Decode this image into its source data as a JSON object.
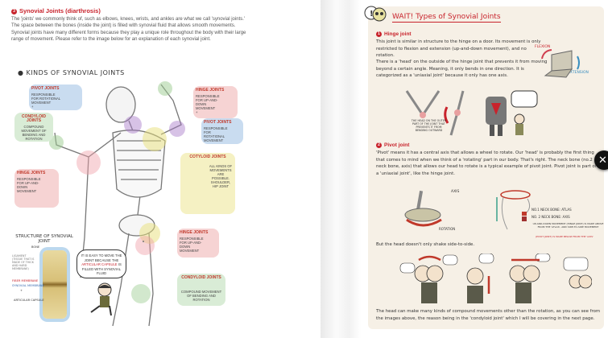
{
  "left_page": {
    "section_num": "3",
    "title": "Synovial Joints (diarthrosis)",
    "body": "The 'joints' we commonly think of, such as elbows, knees, wrists, and ankles are what we call 'synovial joints.' The space between the bones (inside the joint) is filled with synovial fluid that allows smooth movements. Synovial joints have many different forms because they play a unique role throughout the body with their large range of movement. Please refer to the image below for an explanation of each synovial joint.",
    "figure_title": "KINDS OF SYNOVIAL JOINTS",
    "labels": {
      "pivot_left": {
        "title": "PIVOT JOINTS",
        "text": "RESPONSIBLE FOR ROTATIONAL MOVEMENT",
        "plus": "+"
      },
      "condyloid_left": {
        "title": "CONDYLOID JOINTS",
        "text": "COMPOUND MOVEMENT OF BENDING AND ROTATION"
      },
      "hinge_right_top": {
        "title": "HINGE JOINTS",
        "text": "RESPONSIBLE FOR UP-AND-DOWN MOVEMENT",
        "plus": "+"
      },
      "pivot_right": {
        "title": "PIVOT JOINTS",
        "text": "RESPONSIBLE FOR ROTATIONAL MOVEMENT"
      },
      "cotyloid": {
        "title": "COTYLOID JOINTS",
        "text": "ALL KINDS OF MOVEMENTS ARE POSSIBLE. SHOULDER, HIP JOINT"
      },
      "hinge_left": {
        "title": "HINGE JOINTS",
        "text": "RESPONSIBLE FOR UP-AND-DOWN MOVEMENT"
      },
      "hinge_right_low": {
        "title": "HINGE JOINTS",
        "text": "RESPONSIBLE FOR UP-AND-DOWN MOVEMENT"
      },
      "condyloid_low": {
        "title": "CONDYLOID JOINTS",
        "text": "COMPOUND MOVEMENT OF BENDING AND ROTATION"
      }
    },
    "structure": {
      "title": "STRUCTURE OF SYNOVIAL JOINT",
      "bone": "BONE",
      "ligament": "LIGAMENT (TISSUE THAT IS MADE OF THICK AND HARD MEMBRANE)",
      "fiber": "FIBER MEMBRANE",
      "synovial": "SYNOVIAL MEMBRANE",
      "plus": "+",
      "capsule": "ARTICULAR CAPSULE"
    },
    "bubble": {
      "pre": "IT IS EASY TO MOVE THE JOINT BECAUSE THE",
      "red": "ARTICULAR CAPSULE",
      "post": "IS FILLED WITH SYNOVIAL FLUID"
    }
  },
  "right_page": {
    "title_pre": "WAIT! Types of Synovial",
    "title_red": "Joints",
    "hinge": {
      "num": "1",
      "title": "Hinge joint",
      "p1": "This joint is similar in structure to the hinge on a door. Its movement is only restricted to flexion and extension (up-and-down movement), and no rotation.",
      "p2": "There is a 'head' on the outside of the hinge joint that prevents it from moving beyond a certain angle. Meaning, it only bends in one direction. It is categorized as a 'uniaxial joint' because it only has one axis.",
      "flexion": "FLEXION",
      "extension": "EXTENSION",
      "caption": "THE HEAD ON THE OUTER PART OF THE JOINT THAT PREVENTS IT FROM BENDING OUTWARD"
    },
    "pivot": {
      "num": "2",
      "title": "Pivot joint",
      "p1": "'Pivot' means it has a central axis that allows a wheel to rotate. Our 'head' is probably the first thing that comes to mind when we think of a 'rotating' part in our body. That's right. The neck bone (no.2 neck bone, axis) that allows our head to rotate is a typical example of pivot joint. Pivot joint is part of a 'uniaxial joint', like the hinge joint.",
      "axis": "AXIS",
      "rotation": "ROTATION",
      "atlas": "NO.1 NECK BONE: ATLAS",
      "axis_bone": "NO. 2 NECK BONE: AXIS",
      "note1": "UP-AND-DOWN MOVEMENT (HINGE JOINT) IS MADE ABOVE FROM THE 'ATLAS', AND SIDE-TO-SIDE MOVEMENT",
      "note2": "(PIVOT JOINT) IS MADE BELOW FROM THE 'AXIS'",
      "p2": "But the head doesn't only shake side-to-side.",
      "p3": "The head can make many kinds of compound movements other than the rotation, as you can see from the images above, the reason being in the 'condyloid joint' which I will be covering in the next page."
    }
  },
  "controls": {
    "close": "✕"
  },
  "colors": {
    "accent": "#c8232c",
    "panel": "#f6f0e6"
  }
}
